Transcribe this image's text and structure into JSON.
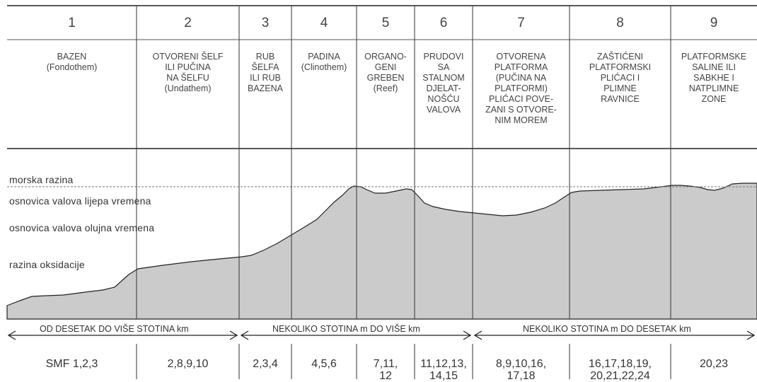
{
  "zones": [
    {
      "number": "1",
      "description": "BAZEN\n(Fondothem)",
      "smf": "SMF  1,2,3"
    },
    {
      "number": "2",
      "description": "OTVORENI ŠELF\nILI PUČINA\nNA ŠELFU\n(Undathem)",
      "smf": "2,8,9,10"
    },
    {
      "number": "3",
      "description": "RUB\nŠELFA\nILI RUB\nBAZENA",
      "smf": "2,3,4"
    },
    {
      "number": "4",
      "description": "PADINA\n(Clinothem)",
      "smf": "4,5,6"
    },
    {
      "number": "5",
      "description": "ORGANO-\nGENI\nGREBEN\n(Reef)",
      "smf": "7,11,\n12"
    },
    {
      "number": "6",
      "description": "PRUDOVI\nSA\nSTALNOM\nDJELAT-\nNOŠĆU\nVALOVA",
      "smf": "11,12,13,\n14,15"
    },
    {
      "number": "7",
      "description": "OTVORENA\nPLATFORMA\n(PUČINA NA\nPLATFORMI)\nPLIĆACI POVE-\nZANI S OTVORE-\nNIM MOREM",
      "smf": "8,9,10,16,\n17,18"
    },
    {
      "number": "8",
      "description": "ZAŠTIĆENI\nPLATFORMSKI\nPLIĆACI I\nPLIMNE\nRAVNICE",
      "smf": "16,17,18,19,\n20,21,22,24"
    },
    {
      "number": "9",
      "description": "PLATFORMSKE\nSALINE ILI\nSABKHE I\nNATPLIMNE\nZONE",
      "smf": "20,23"
    }
  ],
  "levels": {
    "sea_level": "morska  razina",
    "fair_weather_wave_base": "osnovica valova lijepa vremena",
    "storm_wave_base": "osnovica valova olujna vremena",
    "oxidation_level": "razina  oksidacije"
  },
  "distances": [
    "OD DESETAK DO VIŠE STOTINA km",
    "NEKOLIKO STOTINA m DO VIŠE km",
    "NEKOLIKO STOTINA m DO DESETAK km"
  ],
  "colors": {
    "profile_fill": "#cbcbcb",
    "line": "#222222"
  }
}
